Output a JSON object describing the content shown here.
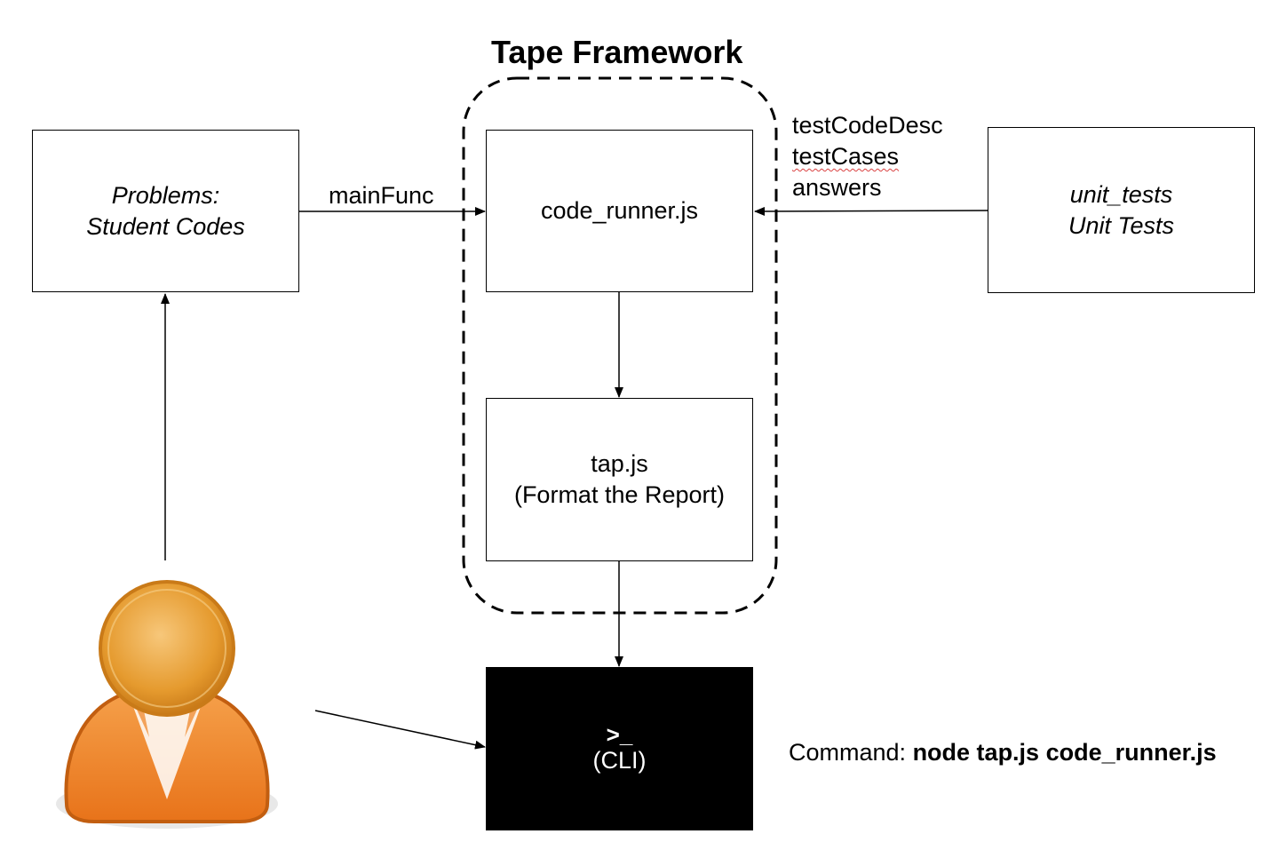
{
  "title": "Tape Framework",
  "problems_box": {
    "line1": "Problems:",
    "line2": "Student Codes"
  },
  "runner_box": {
    "label": "code_runner.js"
  },
  "tap_box": {
    "line1": "tap.js",
    "line2": "(Format the Report)"
  },
  "unit_tests_box": {
    "line1": "unit_tests",
    "line2": "Unit Tests"
  },
  "edge_main": "mainFunc",
  "edge_tests": [
    "testCodeDesc",
    "testCases",
    "answers"
  ],
  "cli": {
    "prompt": ">_",
    "label": "(CLI)"
  },
  "command": {
    "prefix": "Command: ",
    "value": "node tap.js code_runner.js"
  },
  "icons": {
    "user": "user-icon"
  },
  "colors": {
    "user_head": "#e59a2e",
    "user_body": "#f08a2a",
    "user_outline": "#c25e10",
    "cli_bg": "#000000"
  }
}
